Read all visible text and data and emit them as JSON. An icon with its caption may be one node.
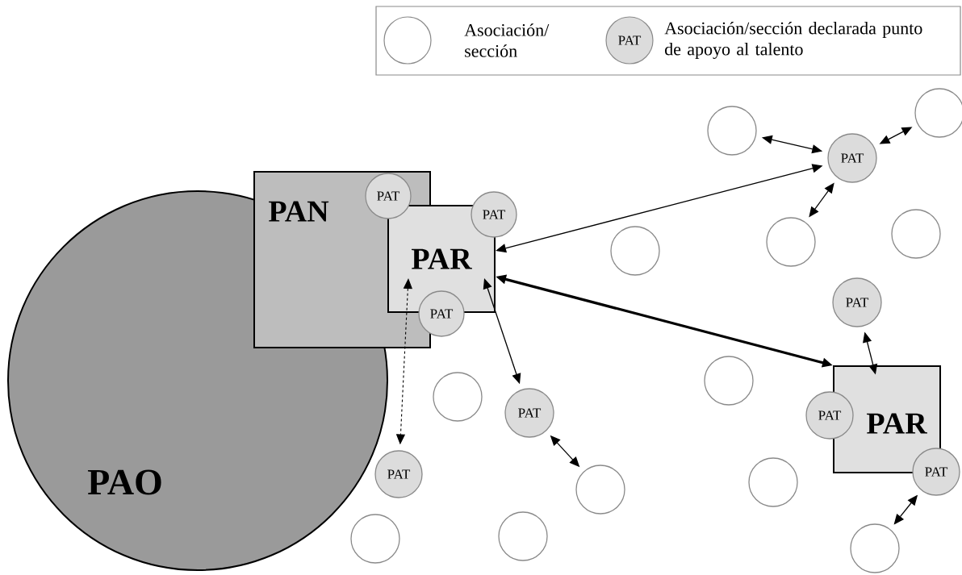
{
  "diagram": {
    "nodes": [
      {
        "text": [
          "PAO"
        ]
      },
      {
        "text": [
          "PAN"
        ]
      },
      {
        "text": [
          "PAR"
        ]
      },
      {
        "text": [
          "PAT"
        ],
        "in": 1
      },
      {
        "text": [
          "PAT"
        ]
      },
      {
        "text": [
          "PAT"
        ]
      },
      {
        "text": [],
        "shape": "circle"
      },
      {
        "text": [
          "PAT"
        ]
      },
      {
        "text": [],
        "shape": "circle"
      },
      {
        "text": [],
        "shape": "circle"
      },
      {
        "text": [],
        "shape": "circle"
      },
      {
        "text": [],
        "shape": "circle"
      },
      {
        "text": [
          "PAT"
        ]
      },
      {
        "text": [
          "PAR"
        ]
      },
      {
        "text": [
          "PAT"
        ]
      },
      {
        "text": [
          "PAT"
        ]
      },
      {
        "text": [],
        "shape": "circle"
      },
      {
        "text": [],
        "shape": "circle"
      },
      {
        "text": [],
        "shape": "circle"
      },
      {
        "text": [],
        "shape": "circle"
      },
      {
        "text": [
          "PAT"
        ]
      },
      {
        "text": [
          "PAT"
        ]
      },
      {
        "text": [],
        "shape": "circle"
      },
      {
        "text": [],
        "shape": "circle"
      },
      {
        "text": [],
        "shape": "circle"
      }
    ],
    "edges": [
      {
        "from": 6,
        "to": 7,
        "arrow": "both"
      },
      {
        "from": 8,
        "to": 7,
        "arrow": "both"
      },
      {
        "from": 9,
        "to": 7,
        "arrow": "both"
      },
      {
        "from": 2,
        "to": 7,
        "arrow": "both"
      },
      {
        "from": 2,
        "to": 13,
        "arrow": "both",
        "style": "thick"
      },
      {
        "from": 12,
        "to": 13,
        "arrow": "both"
      },
      {
        "from": 15,
        "to": 16,
        "arrow": "both"
      },
      {
        "from": 2,
        "to": 21,
        "arrow": "both",
        "style": "dashed"
      },
      {
        "from": 2,
        "to": 20,
        "arrow": "both"
      },
      {
        "from": 20,
        "to": 22,
        "arrow": "both"
      }
    ],
    "labels": [
      "PAT"
    ],
    "legend": [
      {
        "text": "Asociación/ sección"
      },
      {
        "text": "Asociación/sección declarada punto de apoyo al talento"
      }
    ]
  }
}
